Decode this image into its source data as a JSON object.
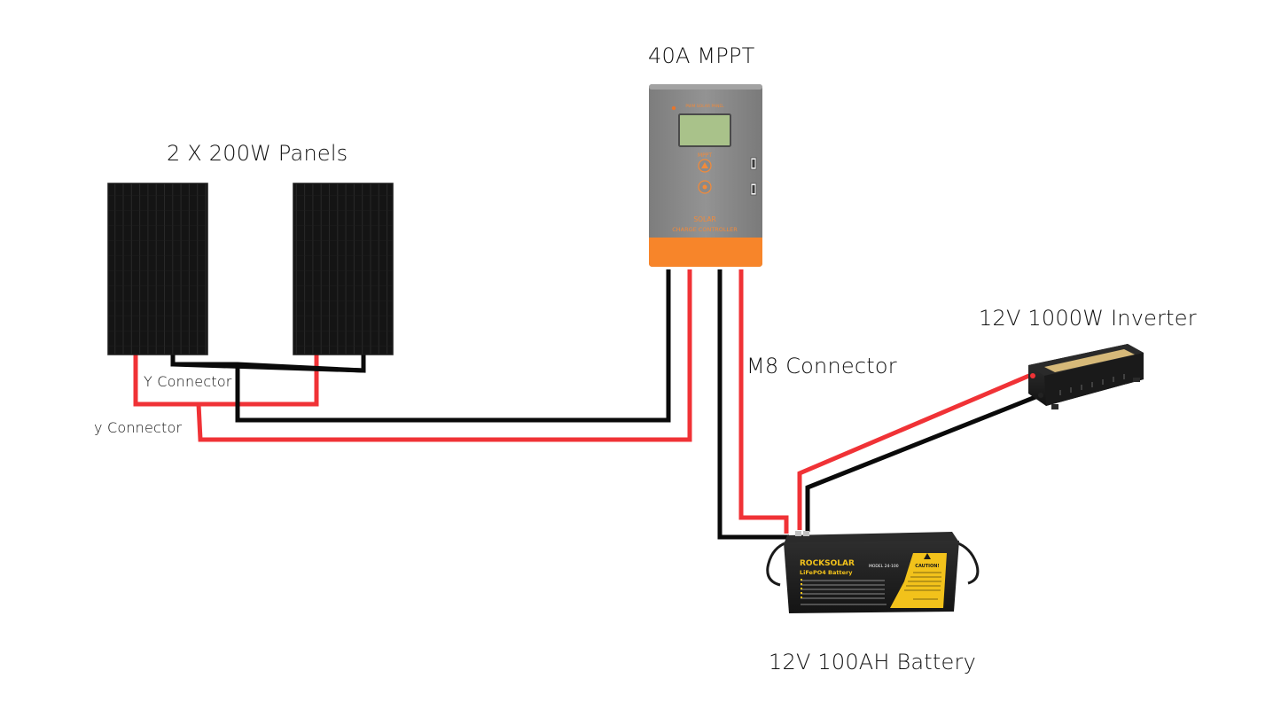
{
  "labels": {
    "panels": "2 X 200W Panels",
    "controller": "40A MPPT",
    "inverter": "12V 1000W Inverter",
    "m8_connector": "M8 Connector",
    "y_connector_upper": "Y  Connector",
    "y_connector_lower": "y Connector",
    "battery": "12V 100AH  Battery"
  },
  "controller_device": {
    "brand_text": "PWM SOLAR PANEL",
    "mode_text": "MPPT",
    "product_line1": "SOLAR",
    "product_line2": "CHARGE CONTROLLER"
  },
  "battery_device": {
    "brand": "ROCKSOLAR",
    "product": "LiFePO4 Battery",
    "model": "MODEL  24-100",
    "caution": "CAUTION!"
  },
  "colors": {
    "positive_wire": "#f03236",
    "negative_wire": "#0a0a0a",
    "controller_body": "#8a8a8a",
    "controller_accent": "#f7852a",
    "controller_screen": "#a9c28a",
    "panel_cells": "#151515",
    "battery_body": "#1c1c1c",
    "battery_label_accent": "#f2c21b"
  },
  "icons": [
    "usb-port-icon",
    "up-arrow-button-icon",
    "caution-triangle-icon"
  ]
}
